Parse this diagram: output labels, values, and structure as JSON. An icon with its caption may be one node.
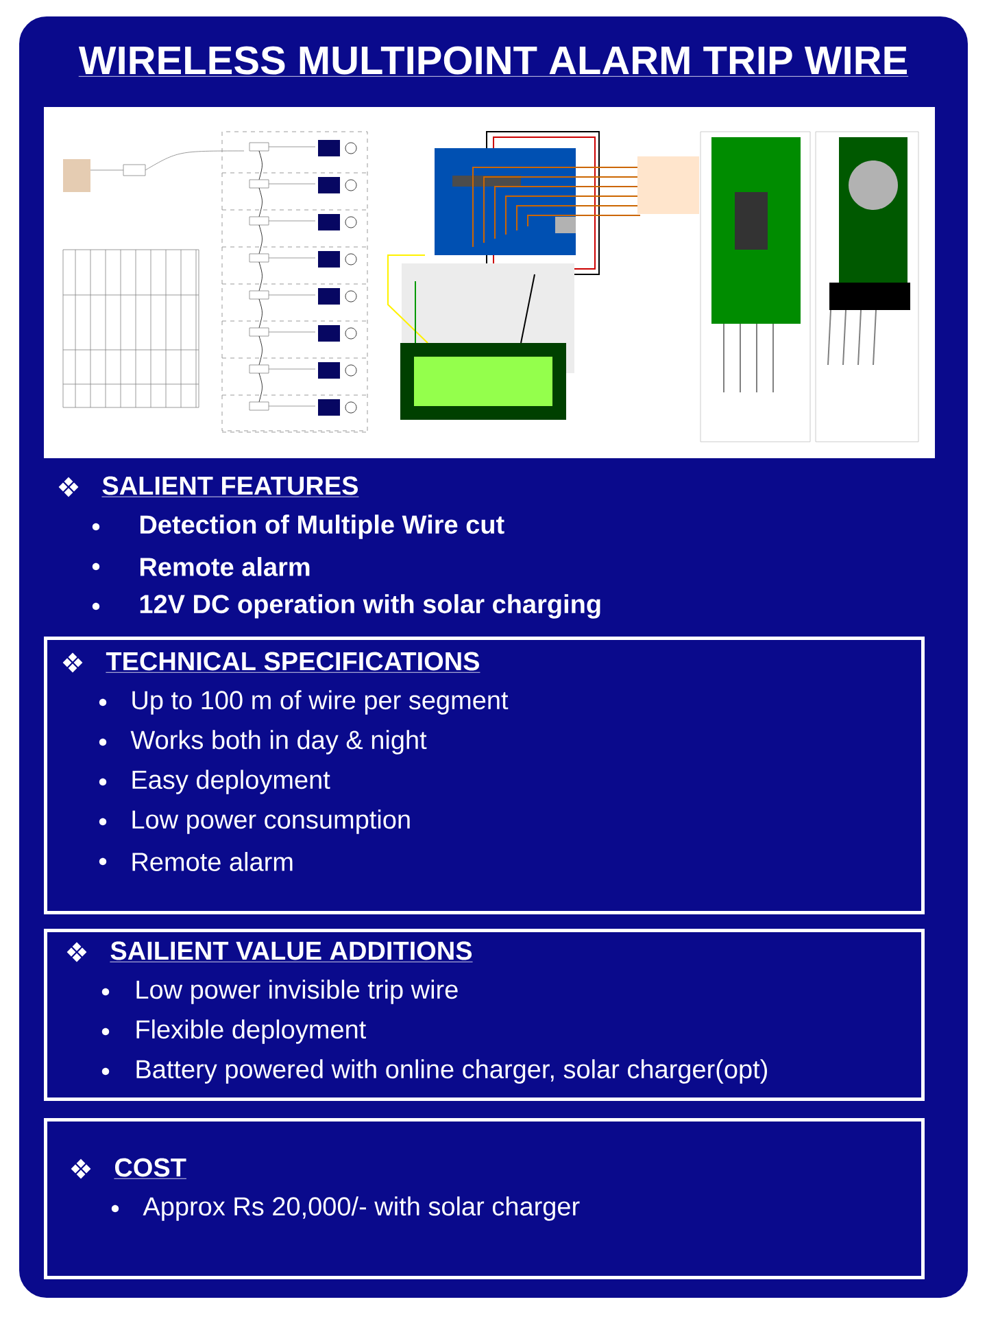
{
  "diagram": {
    "title": "WIRELESS MULTIPOINT ALARM TRIP WIRE",
    "nodes": [
      {
        "text": [
          "TECHNICAL SPECIFICATIONS",
          "Up to 100 m of wire per segment",
          "Works both in day & night",
          "Easy deployment",
          "Low power consumption",
          "Remote alarm"
        ]
      },
      {
        "text": [
          "SAILIENT VALUE ADDITIONS",
          "Low power invisible trip wire",
          "Flexible deployment",
          "Battery powered with online charger, solar charger(opt)"
        ]
      },
      {
        "text": [
          "COST",
          "Approx Rs 20,000/- with solar charger"
        ]
      }
    ],
    "labels": [
      "SALIENT FEATURES",
      "Detection of Multiple Wire cut",
      "Remote alarm",
      "12V DC operation with solar charging"
    ]
  }
}
